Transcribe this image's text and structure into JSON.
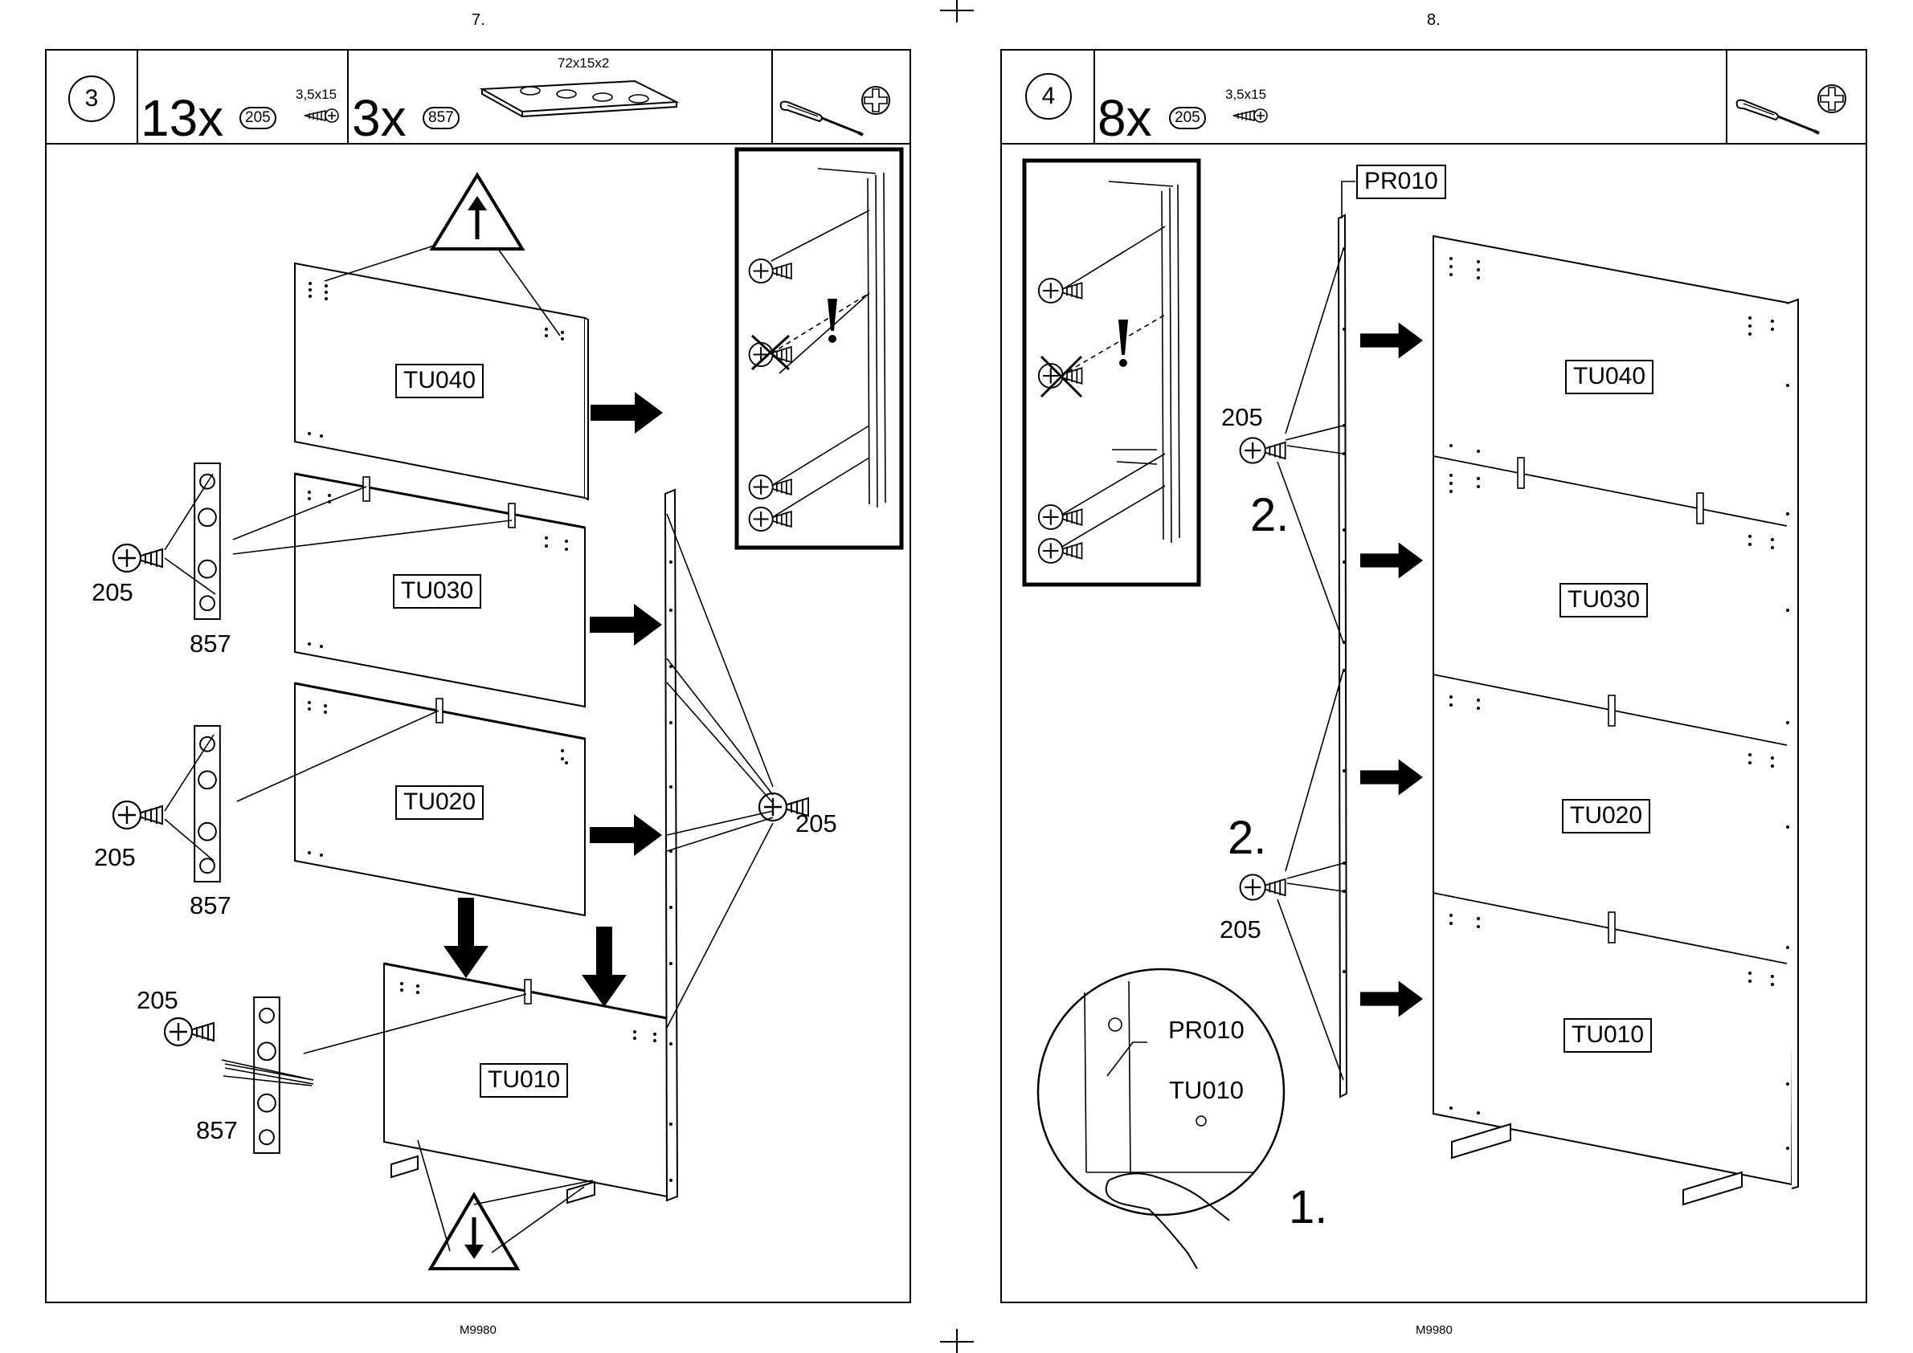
{
  "left_page": {
    "page_number": "7.",
    "doc_code": "M9980",
    "step_number": "3",
    "parts": [
      {
        "qty": "13x",
        "part_no": "205",
        "spec": "3,5x15"
      },
      {
        "qty": "3x",
        "part_no": "857",
        "spec": "72x15x2"
      }
    ],
    "panels": [
      "TU040",
      "TU030",
      "TU020",
      "TU010"
    ],
    "callouts": [
      "205",
      "857",
      "205",
      "857",
      "205",
      "857",
      "205"
    ]
  },
  "right_page": {
    "page_number": "8.",
    "doc_code": "M9980",
    "step_number": "4",
    "parts": [
      {
        "qty": "8x",
        "part_no": "205",
        "spec": "3,5x15"
      }
    ],
    "side_panel": "PR010",
    "panels": [
      "TU040",
      "TU030",
      "TU020",
      "TU010"
    ],
    "callouts": [
      "205",
      "205"
    ],
    "steps": [
      "2.",
      "2.",
      "1."
    ],
    "detail_labels": [
      "PR010",
      "TU010"
    ]
  },
  "icons": [
    "screwdriver-icon",
    "phillips-head-icon",
    "screw-icon",
    "warning-arrow-icon",
    "attention-icon"
  ]
}
